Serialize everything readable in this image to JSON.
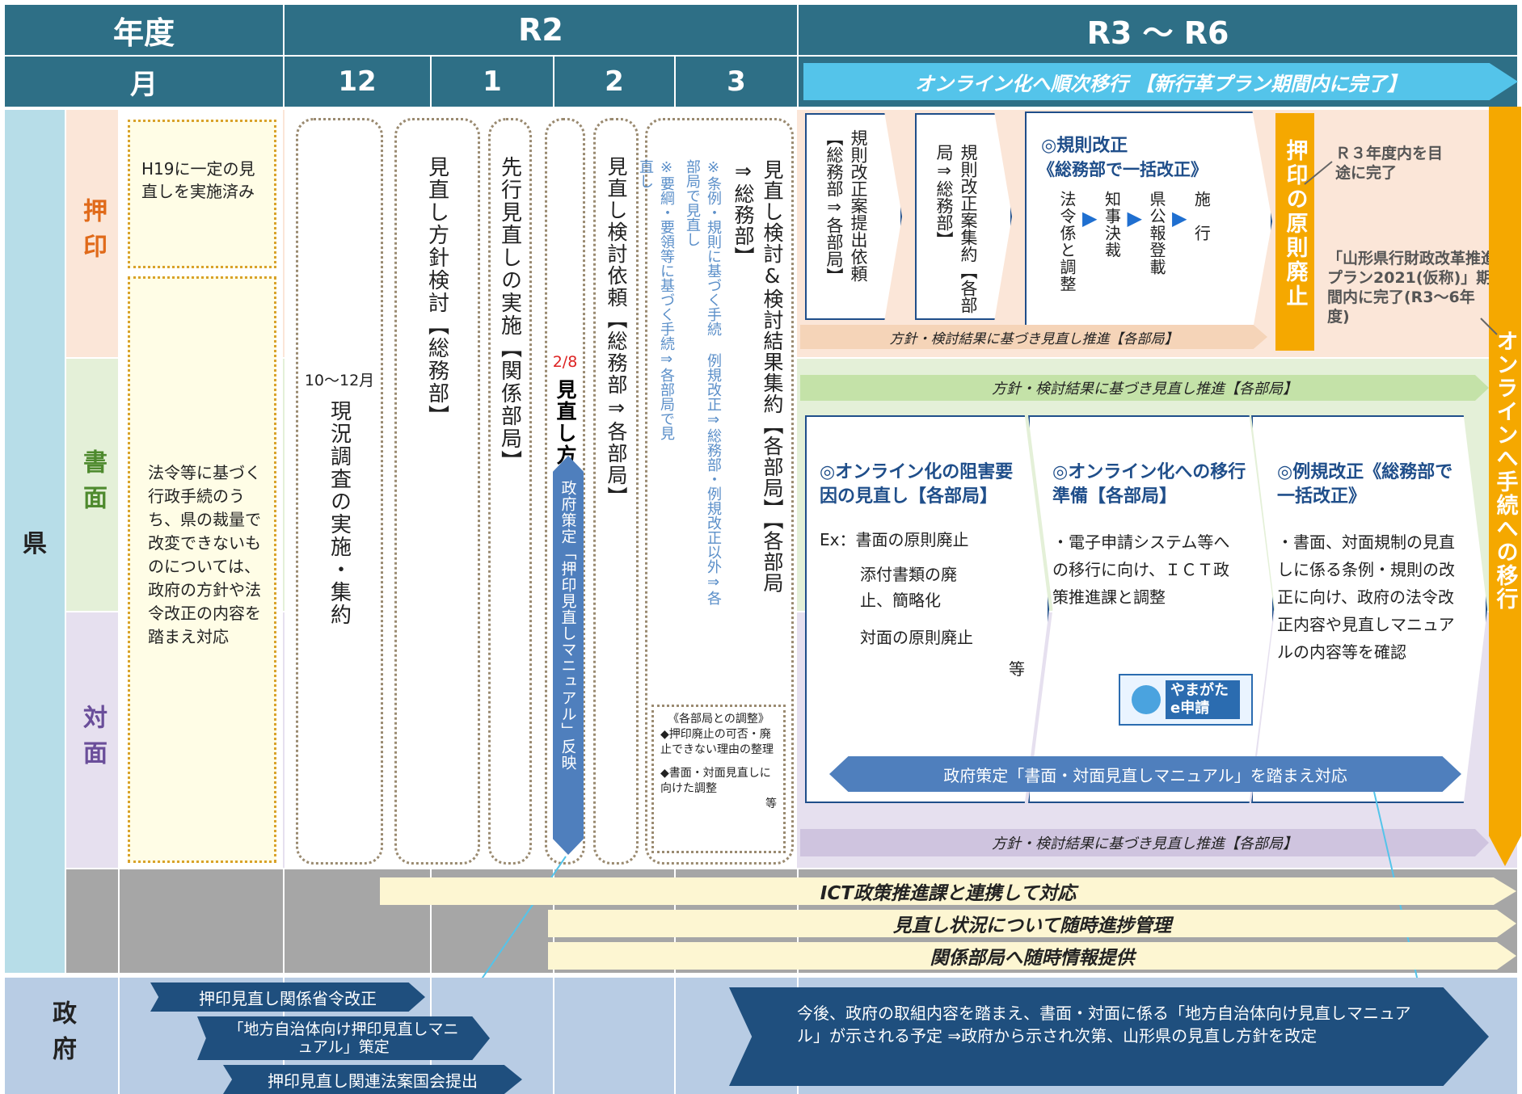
{
  "header": {
    "year_label": "年度",
    "r2": "R2",
    "r3r6": "R3 ～ R6",
    "month_label": "月",
    "months": [
      "12",
      "1",
      "2",
      "3"
    ],
    "online_banner": "オンライン化へ順次移行 【新行革プラン期間内に完了】"
  },
  "rows": {
    "ken": "県",
    "oin": "押印",
    "shomen": "書面",
    "taimen": "対面",
    "seifu": "政府"
  },
  "left_notes": {
    "oin": "H19に一定の見直しを実施済み",
    "shomen": "法令等に基づく行政手続のうち、県の裁量で改変できないものについては、政府の方針や法令改正の内容を踏まえ対応"
  },
  "columns": {
    "c1_top": "10～12月",
    "c1": "現況調査の実施・集約",
    "c2": "見直し方針検討【総務部】",
    "c3": "先行見直しの実施【関係部局】",
    "c4_date": "2/8",
    "c4": "見直し方針策定【総務部】",
    "c4_arrow": "政府策定「押印見直しマニュアル」反映",
    "c5": "見直し検討依頼【総務部⇒各部局】",
    "c6a": "見直し検討&検討結果集約【各部局】【各部局⇒総務部】",
    "c6b": "※条例・規則に基づく手続 例規改正⇒総務部・例規改正以外⇒各部局で見直し",
    "c6c": "※要綱・要領等に基づく手続⇒各部局で見直し",
    "c6_note_title": "《各部局との調整》",
    "c6_note_1": "◆押印廃止の可否・廃止できない理由の整理",
    "c6_note_2": "◆書面・対面見直しに向けた調整",
    "c6_note_3": "等"
  },
  "oin_flow": {
    "step1": "規則改正案提出依頼【総務部⇒各部局】",
    "step2": "規則改正案集約【各部局⇒総務部】",
    "step3_title": "◎規則改正",
    "step3_sub": "《総務部で一括改正》",
    "step3_items": [
      "法令係と調整",
      "知事決裁",
      "県公報登載",
      "施　行"
    ],
    "abolish": "押印の原則廃止",
    "note_top": "Ｒ３年度内を目途に完了",
    "note_bottom": "「山形県行財政改革推進プラン2021(仮称)」期間内に完了(R3～6年度)",
    "promote": "方針・検討結果に基づき見直し推進【各部局】"
  },
  "shomen_promote": "方針・検討結果に基づき見直し推進【各部局】",
  "taimen_promote": "方針・検討結果に基づき見直し推進【各部局】",
  "online_vertical": "オンラインへ手続への移行",
  "online_boxes": [
    {
      "title": "◎オンライン化の阻害要因の見直し【各部局】",
      "lines": [
        "Ex：書面の原則廃止",
        "添付書類の廃止、簡略化",
        "対面の原則廃止",
        "等"
      ]
    },
    {
      "title": "◎オンライン化への移行準備【各部局】",
      "lines": [
        "・電子申請システム等への移行に向け、ＩＣＴ政策推進課と調整"
      ]
    },
    {
      "title": "◎例規改正《総務部で一括改正》",
      "lines": [
        "・書面、対面規制の見直しに係る条例・規則の改正に向け、政府の法令改正内容や見直しマニュアルの内容等を確認"
      ]
    }
  ],
  "logo_text": "やまがた e申請",
  "manual_banner": "政府策定「書面・対面見直しマニュアル」を踏まえ対応",
  "gray_banners": [
    "ICT政策推進課と連携して対応",
    "見直し状況について随時進捗管理",
    "関係部局へ随時情報提供"
  ],
  "gov": {
    "a1": "押印見直し関係省令改正",
    "a2": "「地方自治体向け押印見直しマニュアル」策定",
    "a3": "押印見直し関連法案国会提出",
    "big": "今後、政府の取組内容を踏まえ、書面・対面に係る「地方自治体向け見直しマニュアル」が示される予定 ⇒政府から示され次第、山形県の見直し方針を改定"
  },
  "colors": {
    "header": "#2e6f86",
    "ken_bg": "#b7dde8",
    "oin_bg": "#fbe6d8",
    "shomen_bg": "#e4f0d8",
    "taimen_bg": "#e6e0ef",
    "gray_bg": "#a6a6a6",
    "gov_bg": "#b8cce4",
    "orange": "#f5a800",
    "navy": "#1f4f7e"
  }
}
